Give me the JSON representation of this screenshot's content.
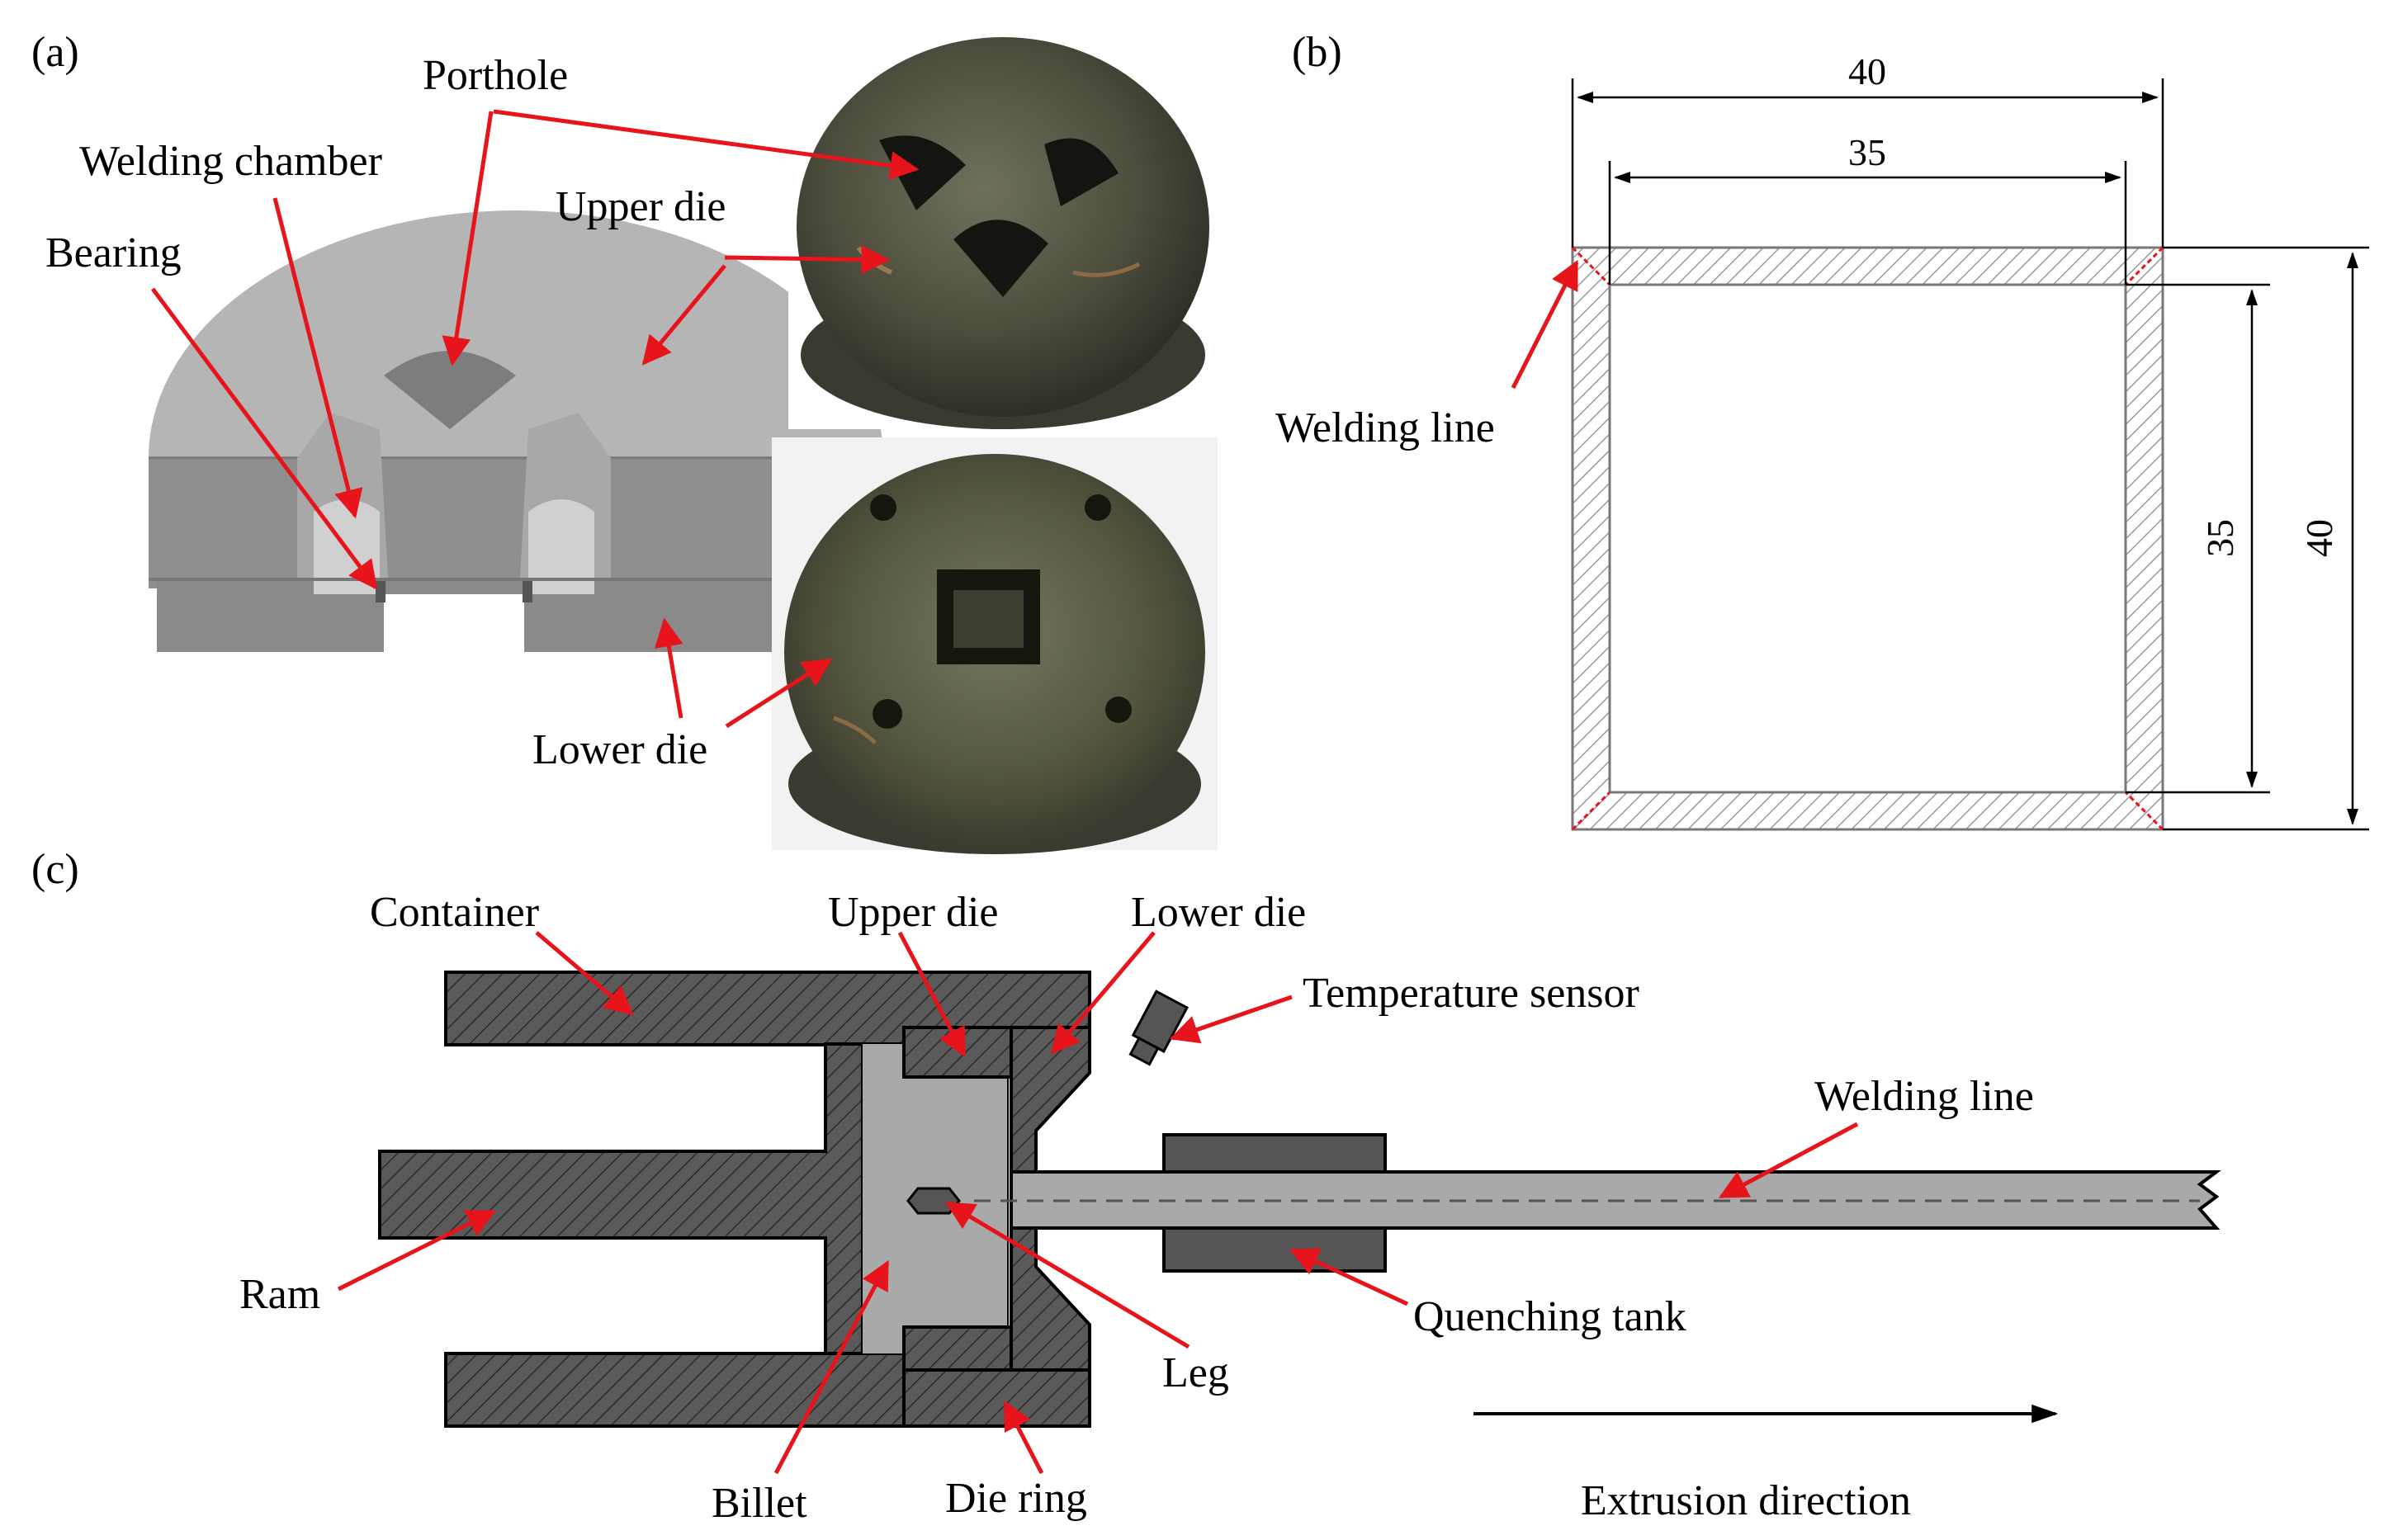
{
  "panels": {
    "a": "(a)",
    "b": "(b)",
    "c": "(c)"
  },
  "panel_a": {
    "porthole": "Porthole",
    "welding_chamber": "Welding chamber",
    "upper_die": "Upper die",
    "bearing": "Bearing",
    "lower_die": "Lower die"
  },
  "panel_b": {
    "outer_width": "40",
    "inner_width": "35",
    "inner_height": "35",
    "outer_height": "40",
    "welding_line": "Welding line"
  },
  "panel_c": {
    "container": "Container",
    "upper_die": "Upper die",
    "lower_die": "Lower die",
    "temperature_sensor": "Temperature sensor",
    "welding_line": "Welding line",
    "ram": "Ram",
    "quenching_tank": "Quenching tank",
    "leg": "Leg",
    "billet": "Billet",
    "die_ring": "Die ring",
    "extrusion_direction": "Extrusion direction"
  },
  "colors": {
    "arrow": "#e8141c",
    "dark_metal": "#555555",
    "billet": "#a9a9a9",
    "cad_light": "#b3b3b3",
    "cad_dark": "#8f8f8f"
  }
}
